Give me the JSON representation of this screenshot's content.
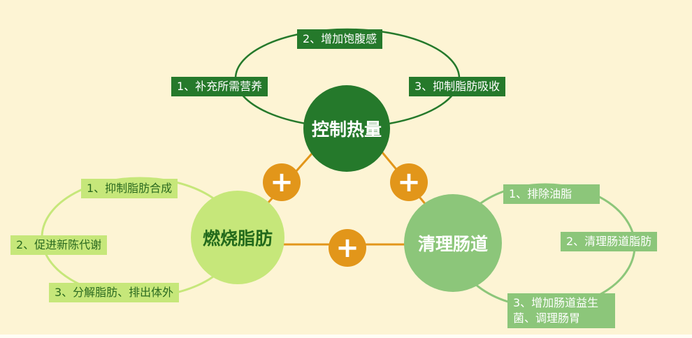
{
  "colors": {
    "background": "#fdf4d4",
    "dark_green": "#25792b",
    "lime": "#c6e77a",
    "mid_green": "#8cc67a",
    "orange": "#e2961a"
  },
  "center_top": {
    "label": "控制热量",
    "items": [
      "1、补充所需营养",
      "2、增加饱腹感",
      "3、抑制脂肪吸收"
    ]
  },
  "left": {
    "label": "燃烧脂肪",
    "items": [
      "1、抑制脂肪合成",
      "2、促进新陈代谢",
      "3、分解脂肪、排出体外"
    ]
  },
  "right": {
    "label": "清理肠道",
    "items": [
      "1、排除油脂",
      "2、清理肠道脂肪",
      "3、增加肠道益生",
      "菌、调理肠胃"
    ]
  },
  "plus_symbol": "+"
}
